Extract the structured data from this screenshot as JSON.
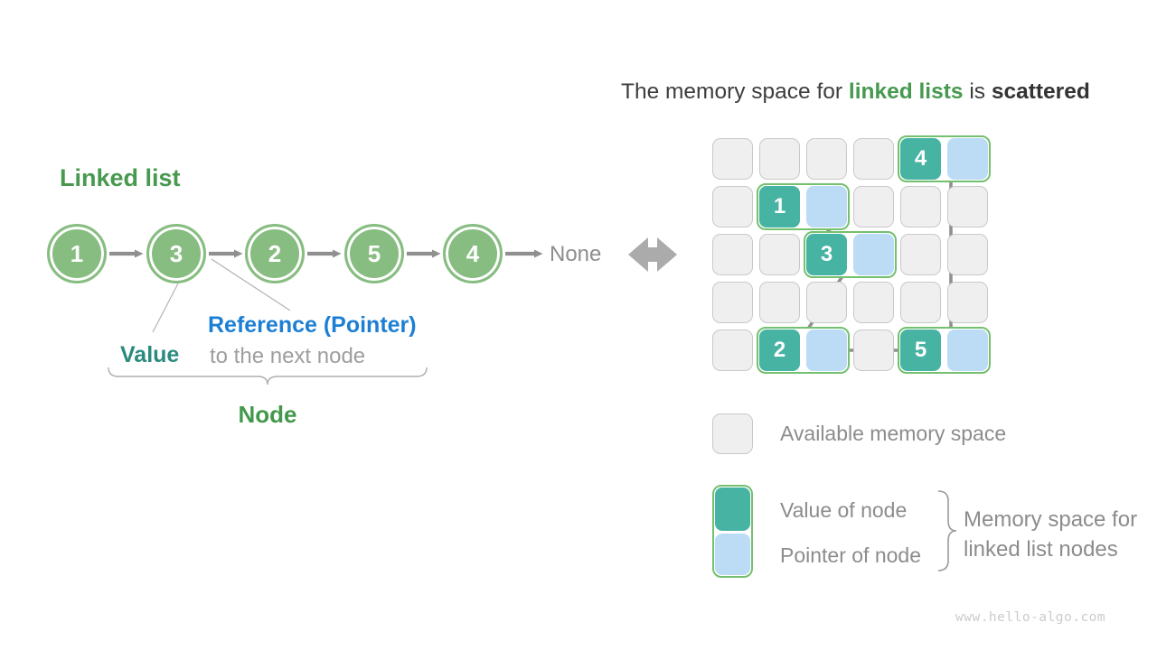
{
  "memory_title": {
    "prefix": "The memory space for ",
    "highlight": "linked lists",
    "middle": " is ",
    "emphasis": "scattered"
  },
  "linked_list": {
    "heading": "Linked list",
    "values": [
      "1",
      "3",
      "2",
      "5",
      "4"
    ],
    "terminator": "None",
    "labels": {
      "value": "Value",
      "reference": "Reference (Pointer)",
      "reference_sub": "to the next node",
      "node": "Node"
    }
  },
  "memory_grid": {
    "rows": 5,
    "cols": 6,
    "nodes": [
      {
        "value": "4",
        "row": 0,
        "col": 4
      },
      {
        "value": "1",
        "row": 1,
        "col": 1
      },
      {
        "value": "3",
        "row": 2,
        "col": 2
      },
      {
        "value": "2",
        "row": 4,
        "col": 1
      },
      {
        "value": "5",
        "row": 4,
        "col": 4
      }
    ]
  },
  "legend": {
    "available": "Available memory space",
    "value_of_node": "Value of node",
    "pointer_of_node": "Pointer of node",
    "brace_label_line1": "Memory space for",
    "brace_label_line2": "linked list nodes"
  },
  "watermark": "www.hello-algo.com",
  "colors": {
    "green_text": "#47994f",
    "circle_green": "#87bd81",
    "teal_cell": "#47b3a3",
    "pointer_blue": "#bcdcf6",
    "pair_border_green": "#74c06f",
    "value_text_teal": "#2a8a7e",
    "reference_text_blue": "#1d7fd4",
    "arrow_gray": "#8f8f8f",
    "legend_text_gray": "#8c8c8c"
  }
}
